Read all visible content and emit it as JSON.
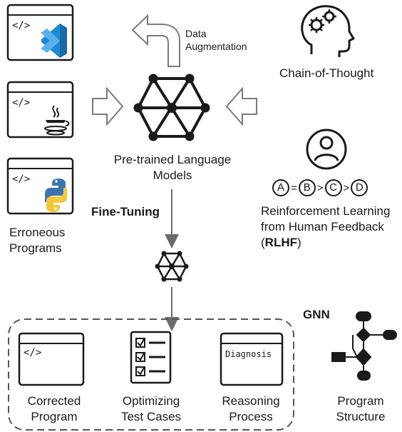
{
  "inputs": {
    "window_tag": "</>",
    "caption_line1": "Erroneous",
    "caption_line2": "Programs"
  },
  "model": {
    "data_augmentation_line1": "Data",
    "data_augmentation_line2": "Augmentation",
    "caption_line1": "Pre-trained Language",
    "caption_line2": "Models",
    "fine_tuning": "Fine-Tuning"
  },
  "side": {
    "chain_of_thought": "Chain-of-Thought",
    "ranking": {
      "a": "A",
      "b": "B",
      "c": "C",
      "d": "D",
      "eq": "=",
      "gt1": ">",
      "gt2": ">"
    },
    "rlhf_line1": "Reinforcement Learning",
    "rlhf_line2": "from Human Feedback",
    "rlhf_open": "(",
    "rlhf_abbr": "RLHF",
    "rlhf_close": ")"
  },
  "outputs": {
    "corrected_tag": "</>",
    "corrected_line1": "Corrected",
    "corrected_line2": "Program",
    "tests_line1": "Optimizing",
    "tests_line2": "Test Cases",
    "diagnosis_label": "Diagnosis",
    "reasoning_line1": "Reasoning",
    "reasoning_line2": "Process"
  },
  "gnn": {
    "label": "GNN",
    "caption_line1": "Program",
    "caption_line2": "Structure"
  },
  "colors": {
    "ink": "#1a1a1a",
    "arrow": "#6b6b6b",
    "vscode_blue": "#1f8ad2",
    "python_blue": "#3a75b0",
    "python_yellow": "#f5c83a",
    "dashed_border": "#555555"
  }
}
